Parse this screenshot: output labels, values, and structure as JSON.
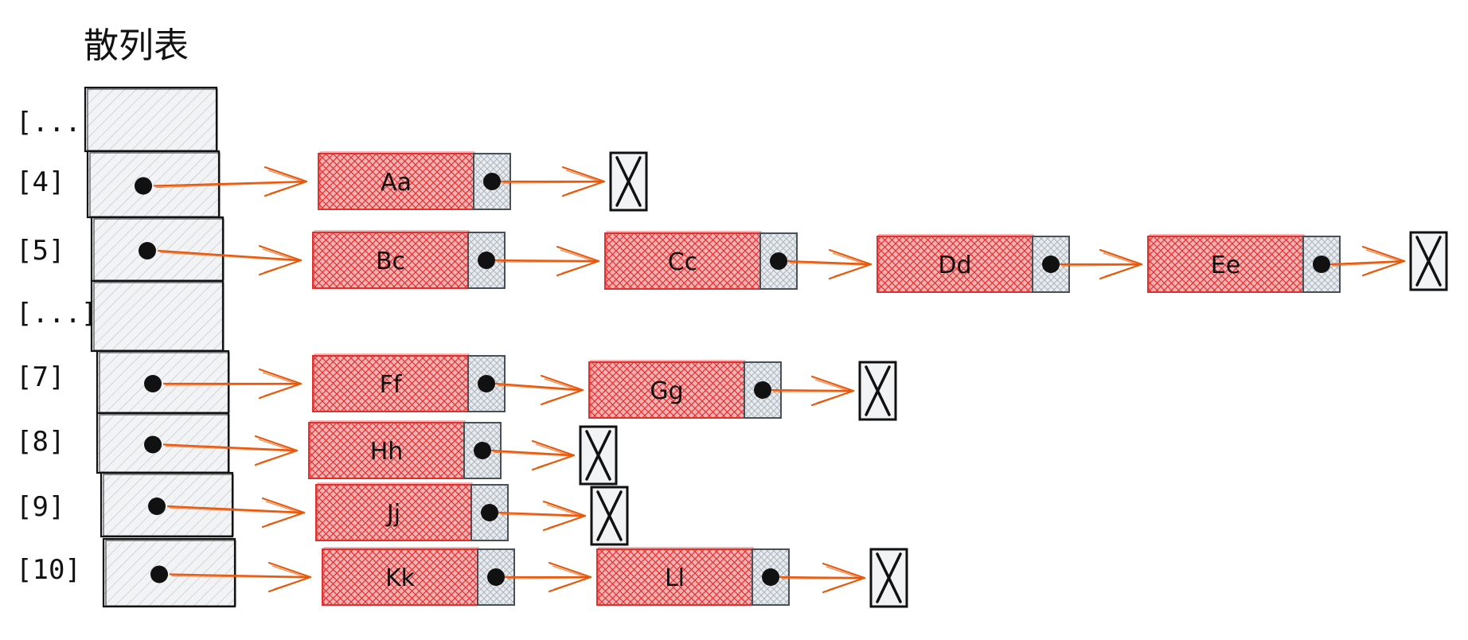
{
  "title": "散列表",
  "buckets": [
    {
      "index": "[...]",
      "has_pointer": false,
      "chain": []
    },
    {
      "index": "[4]",
      "has_pointer": true,
      "chain": [
        "Aa"
      ]
    },
    {
      "index": "[5]",
      "has_pointer": true,
      "chain": [
        "Bc",
        "Cc",
        "Dd",
        "Ee"
      ]
    },
    {
      "index": "[...]",
      "has_pointer": false,
      "chain": []
    },
    {
      "index": "[7]",
      "has_pointer": true,
      "chain": [
        "Ff",
        "Gg"
      ]
    },
    {
      "index": "[8]",
      "has_pointer": true,
      "chain": [
        "Hh"
      ]
    },
    {
      "index": "[9]",
      "has_pointer": true,
      "chain": [
        "Jj"
      ]
    },
    {
      "index": "[10]",
      "has_pointer": true,
      "chain": [
        "Kk",
        "Ll"
      ]
    }
  ],
  "colors": {
    "node_fill": "#f08080",
    "node_stroke": "#e03131",
    "arrow": "#e8590c",
    "bucket_fill": "#e9ecef",
    "ink": "#111111"
  }
}
